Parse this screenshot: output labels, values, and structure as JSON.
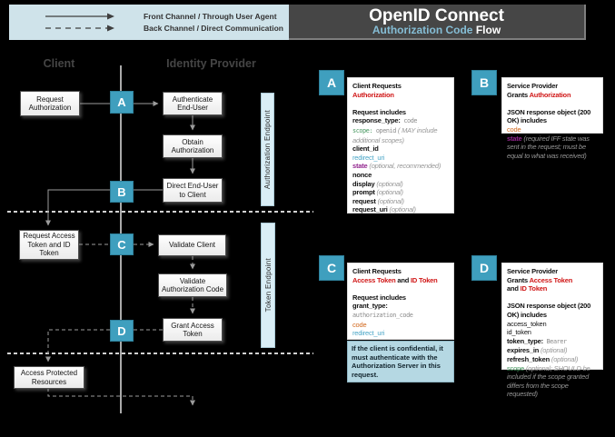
{
  "legend": {
    "front_channel": "Front Channel / Through User Agent",
    "back_channel": "Back Channel / Direct Communication"
  },
  "header": {
    "title": "OpenID Connect",
    "subtitle_accent": "Authorization Code",
    "subtitle_rest": " Flow"
  },
  "flow": {
    "columns": {
      "client": "Client",
      "idp": "Identity Provider"
    },
    "boxes": {
      "request_authorization": "Request Authorization",
      "authenticate_end_user": "Authenticate End-User",
      "obtain_authorization": "Obtain Authorization",
      "direct_end_user": "Direct End-User to Client",
      "request_tokens": "Request Access Token and ID Token",
      "validate_client": "Validate Client",
      "validate_code": "Validate Authorization Code",
      "grant_access_token": "Grant Access Token",
      "access_protected": "Access Protected Resources"
    },
    "markers": {
      "a": "A",
      "b": "B",
      "c": "C",
      "d": "D"
    },
    "endpoints": {
      "authorization": "Authorization Endpoint",
      "token": "Token Endpoint"
    }
  },
  "colors": {
    "accent_teal": "#3f9fbe",
    "header_accent": "#85bdd5",
    "red": "#d01616",
    "orange": "#d2691e",
    "green": "#46975f",
    "teal_text": "#4aa6c7",
    "purple": "#93278f",
    "legend_bg": "#cfe3ea",
    "note_bg": "#b5d8e3",
    "endpoint_bg": "#d9eef6"
  },
  "panels": {
    "a": {
      "marker": "A",
      "lines": [
        [
          {
            "t": "Client Requests",
            "s": "b"
          }
        ],
        [
          {
            "t": "Authorization",
            "s": "rb"
          }
        ],
        [],
        [
          {
            "t": "Request includes",
            "s": "b"
          }
        ],
        [
          {
            "t": "response_type:",
            "s": "b"
          },
          {
            "t": " code",
            "s": "m"
          }
        ],
        [
          {
            "t": "scope:",
            "s": "gm"
          },
          {
            "t": " openid",
            "s": "m"
          },
          {
            "t": " ( MAY include additional scopes)",
            "s": "gi"
          }
        ],
        [
          {
            "t": "client_id",
            "s": "b"
          }
        ],
        [
          {
            "t": "redirect_uri",
            "s": "t"
          }
        ],
        [
          {
            "t": "state",
            "s": "p"
          },
          {
            "t": " (optional, recommended)",
            "s": "gi"
          }
        ],
        [
          {
            "t": "nonce",
            "s": "b"
          }
        ],
        [
          {
            "t": "display",
            "s": "b"
          },
          {
            "t": " (optional)",
            "s": "gi"
          }
        ],
        [
          {
            "t": "prompt",
            "s": "b"
          },
          {
            "t": " (optional)",
            "s": "gi"
          }
        ],
        [
          {
            "t": "request",
            "s": "b"
          },
          {
            "t": " (optional)",
            "s": "gi"
          }
        ],
        [
          {
            "t": "request_uri",
            "s": "b"
          },
          {
            "t": " (optional)",
            "s": "gi"
          }
        ]
      ]
    },
    "b": {
      "marker": "B",
      "lines": [
        [
          {
            "t": "Service Provider",
            "s": "b"
          }
        ],
        [
          {
            "t": "Grants ",
            "s": "b"
          },
          {
            "t": "Authorization",
            "s": "rb"
          }
        ],
        [],
        [
          {
            "t": "JSON response object (200 OK) includes",
            "s": "b"
          }
        ],
        [
          {
            "t": "code",
            "s": "o"
          }
        ],
        [
          {
            "t": "state",
            "s": "p"
          },
          {
            "t": " (required IFF state was sent in the request; must be equal to what was received)",
            "s": "gi"
          }
        ]
      ]
    },
    "c": {
      "marker": "C",
      "lines": [
        [
          {
            "t": "Client Requests",
            "s": "b"
          }
        ],
        [
          {
            "t": "Access Token",
            "s": "rb"
          },
          {
            "t": " and ",
            "s": "b"
          },
          {
            "t": "ID Token",
            "s": "rb"
          }
        ],
        [],
        [
          {
            "t": "Request includes",
            "s": "b"
          }
        ],
        [
          {
            "t": "grant_type:",
            "s": "b"
          }
        ],
        [
          {
            "t": "authorization_code",
            "s": "m"
          }
        ],
        [
          {
            "t": "code",
            "s": "o"
          }
        ],
        [
          {
            "t": "redirect_uri",
            "s": "t"
          }
        ]
      ],
      "note": "If the client is confidential, it must authenticate with the Authorization Server in this request."
    },
    "d": {
      "marker": "D",
      "lines": [
        [
          {
            "t": "Service Provider",
            "s": "b"
          }
        ],
        [
          {
            "t": "Grants ",
            "s": "b"
          },
          {
            "t": "Access Token",
            "s": "rb"
          }
        ],
        [
          {
            "t": "and ",
            "s": "b"
          },
          {
            "t": "ID Token",
            "s": "rb"
          }
        ],
        [],
        [
          {
            "t": "JSON response object (200 OK) includes",
            "s": "b"
          }
        ],
        [
          {
            "t": "access_token",
            "s": "pl"
          }
        ],
        [
          {
            "t": "id_token",
            "s": "pl"
          }
        ],
        [
          {
            "t": "token_type:",
            "s": "b"
          },
          {
            "t": " Bearer",
            "s": "m"
          }
        ],
        [
          {
            "t": "expires_in",
            "s": "b"
          },
          {
            "t": " (optional)",
            "s": "gi"
          }
        ],
        [
          {
            "t": "refresh_token",
            "s": "b"
          },
          {
            "t": " (optional)",
            "s": "gi"
          }
        ],
        [
          {
            "t": "scope",
            "s": "g"
          },
          {
            "t": " (optional; SHOULD be included if the scope granted differs from the scope requested)",
            "s": "gi"
          }
        ]
      ]
    }
  }
}
